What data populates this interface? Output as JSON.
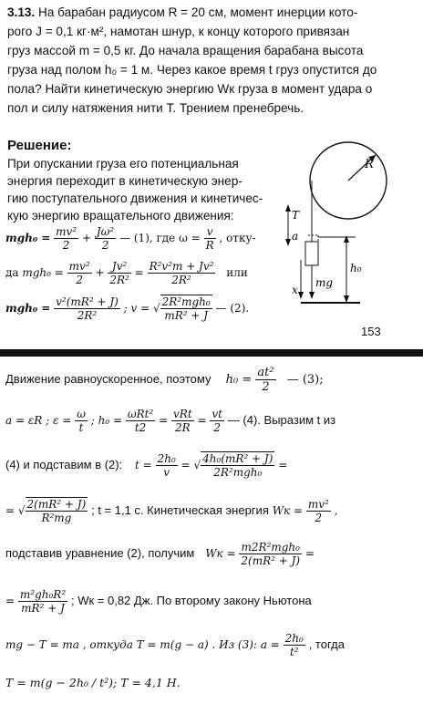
{
  "problem": {
    "number": "3.13.",
    "lines": [
      "На барабан радиусом R = 20 см, момент инерции кото-",
      "рого J = 0,1 кг·м², намотан шнур, к концу которого привязан",
      "груз массой m = 0,5 кг. До начала вращения барабана высота",
      "груза над полом h₀ = 1 м. Через какое время t груз опустится до",
      "пола? Найти кинетическую энергию Wк груза в момент удара о",
      "пол и силу натяжения нити T. Трением пренебречь."
    ]
  },
  "solution_heading": "Решение:",
  "solution_lines": [
    "При опускании груза его потенциальная",
    "энергия переходит в кинетическую энер-",
    "гию поступательного движения и кинетичес-",
    "кую энергию вращательного движения:"
  ],
  "eq1": {
    "lhs": "mgh₀ =",
    "t1n": "mv²",
    "t1d": "2",
    "plus": "+",
    "t2n": "Jω²",
    "t2d": "2",
    "tail": "— (1), где ω =",
    "wn": "v",
    "wd": "R",
    "end": ", отку-"
  },
  "eq2": {
    "pre": "да",
    "lhs": "mgh₀ =",
    "t1n": "mv²",
    "t1d": "2",
    "plus": "+",
    "t2n": "Jv²",
    "t2d": "2R²",
    "eq": "=",
    "t3n": "R²v²m + Jv²",
    "t3d": "2R²",
    "end": "или"
  },
  "eq3": {
    "lhs": "mgh₀ =",
    "t1n": "v²(mR² + J)",
    "t1d": "2R²",
    "mid": "; v =",
    "sn": "2R²mgh₀",
    "sd": "mR² + J",
    "end": "— (2)."
  },
  "figure": {
    "R": "R",
    "T": "T",
    "a": "a",
    "h": "h₀",
    "x": "x",
    "mg": "mg"
  },
  "page_number": "153",
  "p2": {
    "l1a": "Движение равноускоренное, поэтому",
    "l1b": "h₀ =",
    "l1n": "at²",
    "l1d": "2",
    "l1c": "— (3);",
    "l2a": "a = εR ; ε =",
    "l2n1": "ω",
    "l2d1": "t",
    "l2b": "; h₀ =",
    "l2n2": "ωRt²",
    "l2d2": "t2",
    "l2c": "=",
    "l2n3": "vRt",
    "l2d3": "2R",
    "l2d": "=",
    "l2n4": "vt",
    "l2d4": "2",
    "l2e": "— (4). Выразим t из",
    "l3a": "(4)  и  подставим  в  (2):",
    "l3b": "t =",
    "l3n": "2h₀",
    "l3d": "v",
    "l3c": "=",
    "l3sn": "4h₀(mR² + J)",
    "l3sd": "2R²mgh₀",
    "l3e": "=",
    "l4a": "=",
    "l4sn": "2(mR² + J)",
    "l4sd": "R²mg",
    "l4b": "; t = 1,1 с. Кинетическая энергия",
    "l4c": "Wк =",
    "l4n": "mv²",
    "l4d": "2",
    "l4e": ",",
    "l5a": "подставив  уравнение  (2),  получим",
    "l5b": "Wк =",
    "l5n": "m2R²mgh₀",
    "l5d": "2(mR² + J)",
    "l5e": "=",
    "l6a": "=",
    "l6n": "m²gh₀R²",
    "l6d": "mR² + J",
    "l6b": "; Wк = 0,82 Дж. По второму закону Ньютона",
    "l7a": "mg − T = ma , откуда T = m(g − a) . Из (3):",
    "l7b": "a =",
    "l7n": "2h₀",
    "l7d": "t²",
    "l7c": ", тогда",
    "l8": "T = m(g − 2h₀ / t²); T = 4,1 Н."
  }
}
